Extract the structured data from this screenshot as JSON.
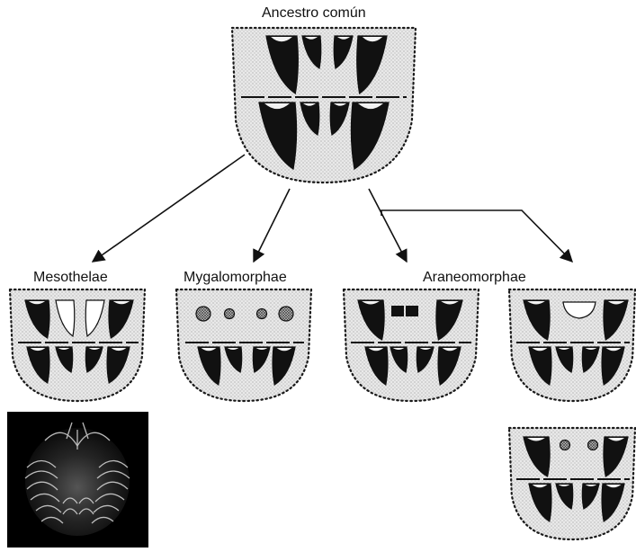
{
  "labels": {
    "root": "Ancestro común",
    "mesothelae": "Mesothelae",
    "mygalomorphae": "Mygalomorphae",
    "araneomorphae": "Araneomorphae"
  },
  "colors": {
    "spinneret": "#111111",
    "stipple_fill": "#e8e8e8",
    "border_dot": "#1a1a1a",
    "arrow": "#111111"
  },
  "icons": {
    "photo": "spider-spinneret-photo"
  }
}
